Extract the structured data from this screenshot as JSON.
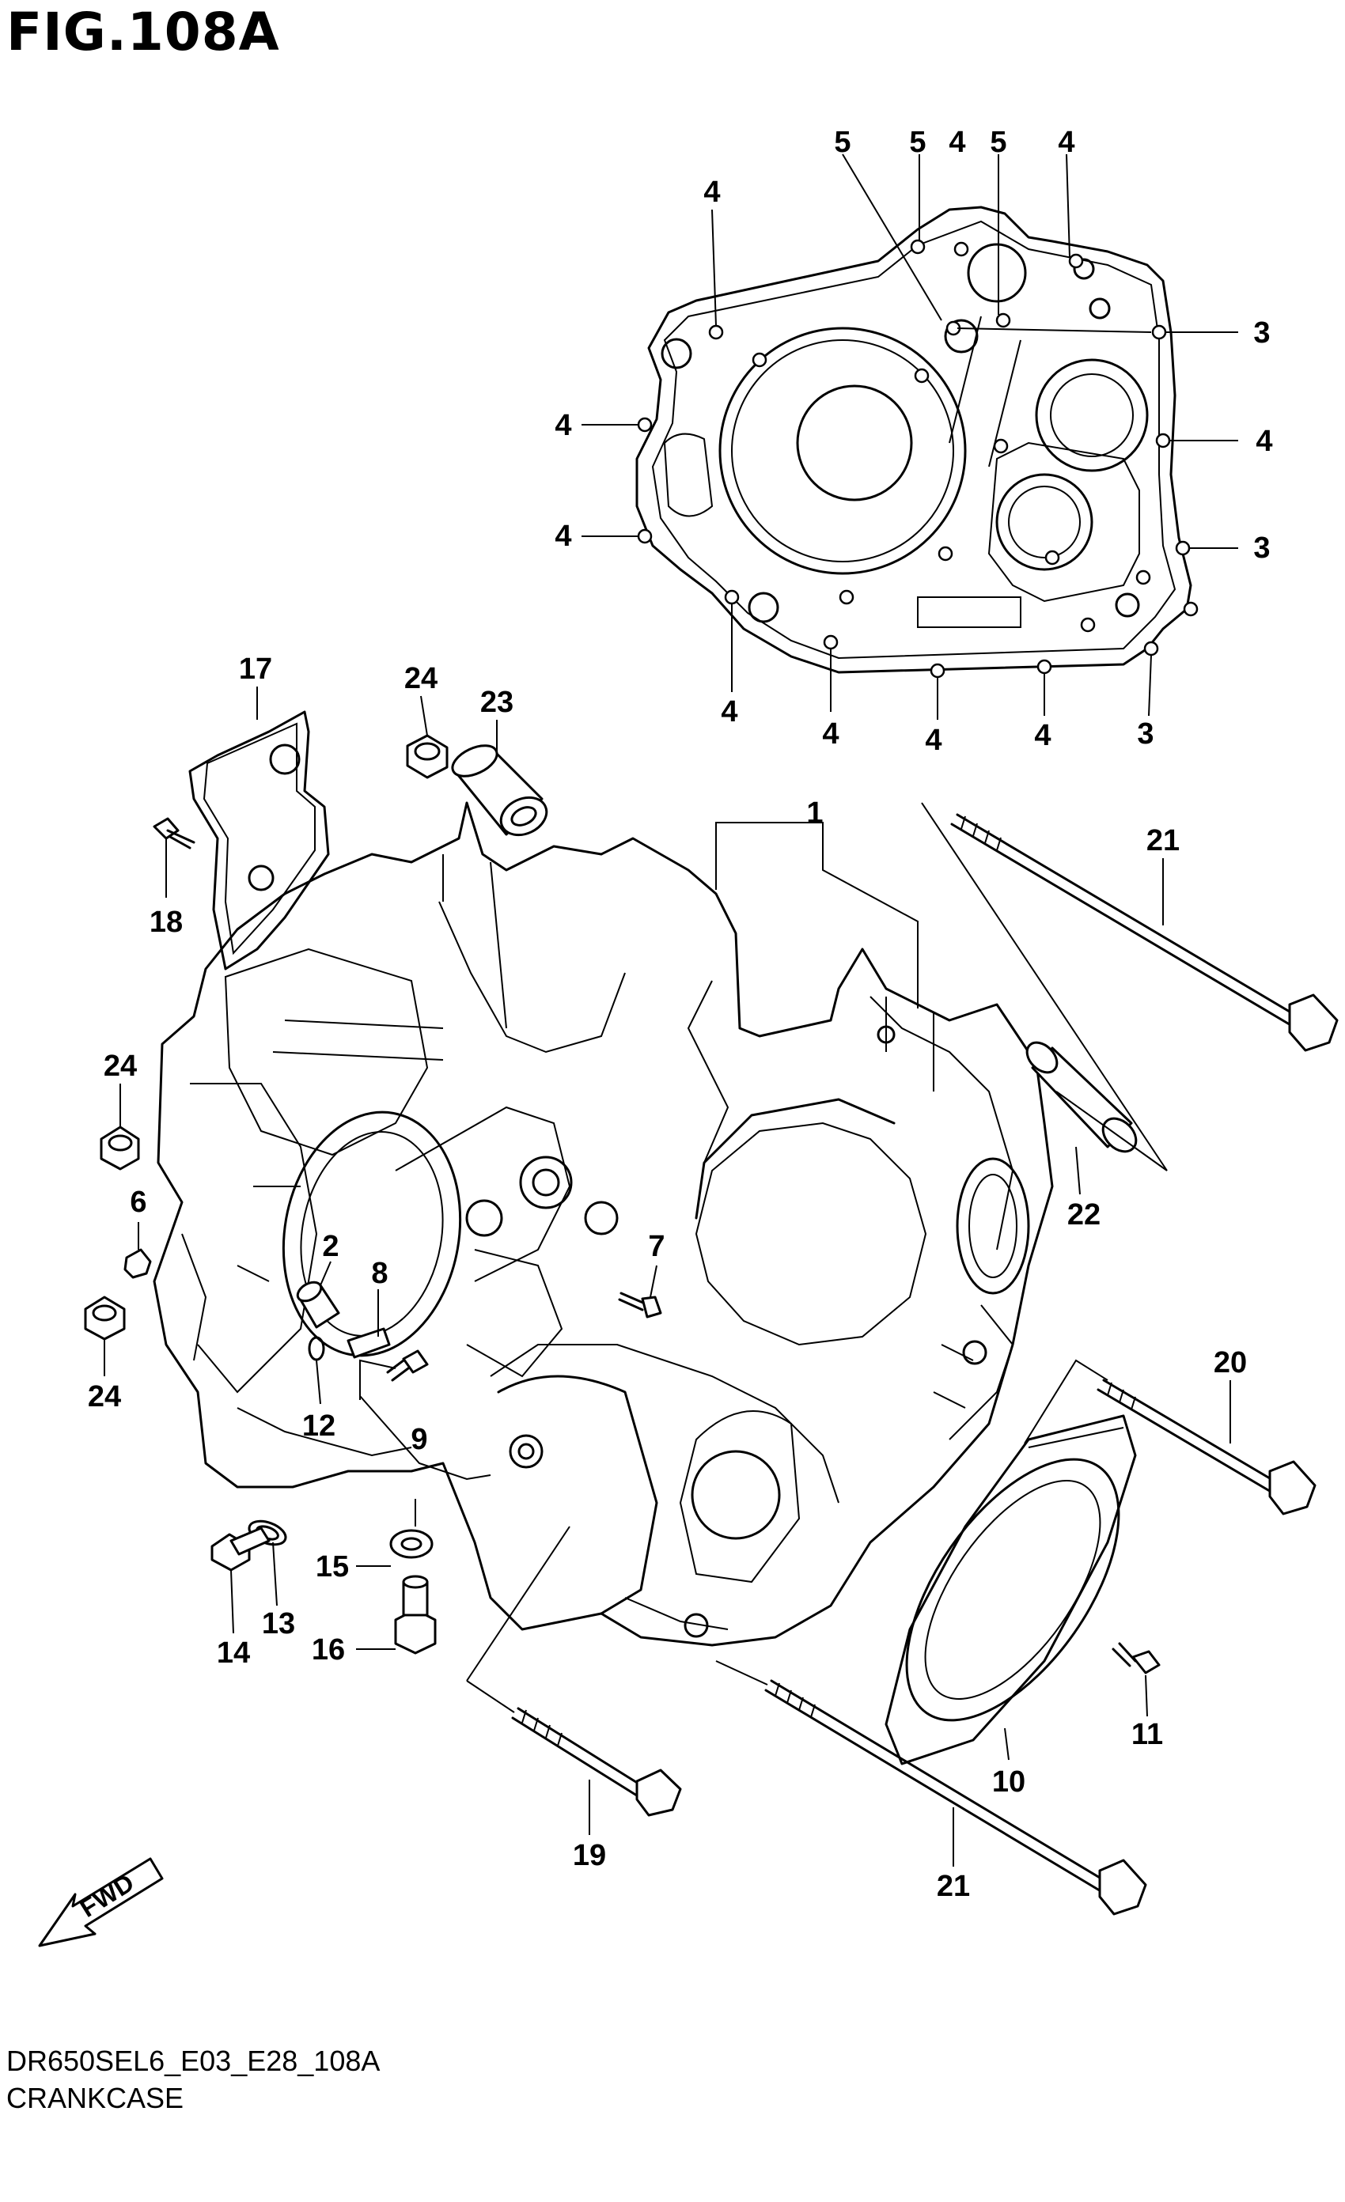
{
  "header": {
    "title": "FIG.108A"
  },
  "footer": {
    "code": "DR650SEL6_E03_E28_108A",
    "caption": "CRANKCASE"
  },
  "fwd_label": "FWD",
  "callouts": [
    {
      "id": "c1",
      "text": "1"
    },
    {
      "id": "c2",
      "text": "2"
    },
    {
      "id": "c3a",
      "text": "3"
    },
    {
      "id": "c3b",
      "text": "3"
    },
    {
      "id": "c3c",
      "text": "3"
    },
    {
      "id": "c4a",
      "text": "4"
    },
    {
      "id": "c4b",
      "text": "4"
    },
    {
      "id": "c4c",
      "text": "4"
    },
    {
      "id": "c4d",
      "text": "4"
    },
    {
      "id": "c4e",
      "text": "4"
    },
    {
      "id": "c4f",
      "text": "4"
    },
    {
      "id": "c4g",
      "text": "4"
    },
    {
      "id": "c4h",
      "text": "4"
    },
    {
      "id": "c4i",
      "text": "4"
    },
    {
      "id": "c4j",
      "text": "4"
    },
    {
      "id": "c5a",
      "text": "5"
    },
    {
      "id": "c5b",
      "text": "5"
    },
    {
      "id": "c5c",
      "text": "5"
    },
    {
      "id": "c6",
      "text": "6"
    },
    {
      "id": "c7",
      "text": "7"
    },
    {
      "id": "c8",
      "text": "8"
    },
    {
      "id": "c9",
      "text": "9"
    },
    {
      "id": "c10",
      "text": "10"
    },
    {
      "id": "c11",
      "text": "11"
    },
    {
      "id": "c12",
      "text": "12"
    },
    {
      "id": "c13",
      "text": "13"
    },
    {
      "id": "c14",
      "text": "14"
    },
    {
      "id": "c15",
      "text": "15"
    },
    {
      "id": "c16",
      "text": "16"
    },
    {
      "id": "c17",
      "text": "17"
    },
    {
      "id": "c18",
      "text": "18"
    },
    {
      "id": "c19",
      "text": "19"
    },
    {
      "id": "c20",
      "text": "20"
    },
    {
      "id": "c21a",
      "text": "21"
    },
    {
      "id": "c21b",
      "text": "21"
    },
    {
      "id": "c22",
      "text": "22"
    },
    {
      "id": "c23",
      "text": "23"
    },
    {
      "id": "c24a",
      "text": "24"
    },
    {
      "id": "c24b",
      "text": "24"
    },
    {
      "id": "c24c",
      "text": "24"
    }
  ]
}
